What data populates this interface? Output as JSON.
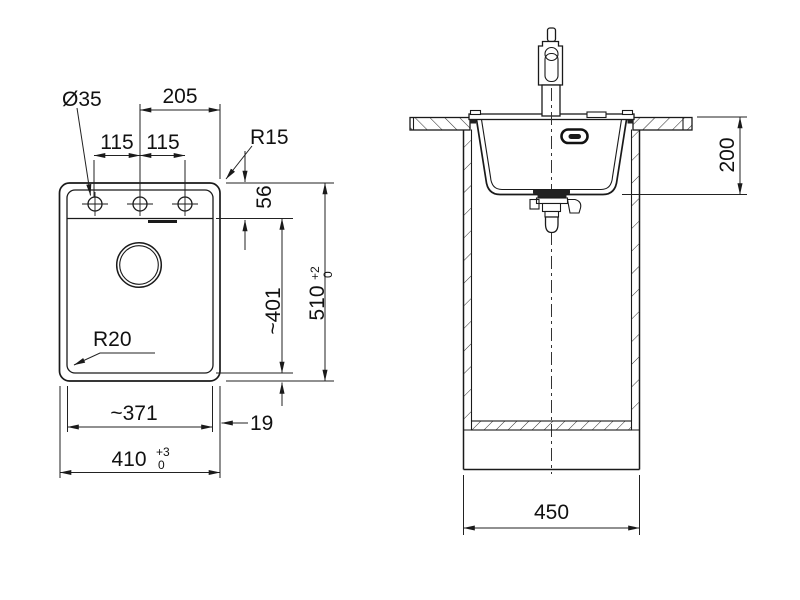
{
  "plan_view": {
    "hole_diameter": "Ø35",
    "dim_center_to_edge": "205",
    "dim_hole_spacing_left": "115",
    "dim_hole_spacing_right": "115",
    "radius_outer_corner": "R15",
    "dim_deck": "56",
    "dim_bowl_length": "~401",
    "dim_overall_length": "510",
    "dim_overall_length_tol_upper": "+2",
    "dim_overall_length_tol_lower": "0",
    "radius_bowl_corner": "R20",
    "dim_bowl_width": "~371",
    "dim_rim": "19",
    "dim_overall_width": "410",
    "dim_overall_width_tol_upper": "+3",
    "dim_overall_width_tol_lower": "0"
  },
  "section_view": {
    "dim_bowl_depth": "200",
    "dim_cabinet_width": "450"
  },
  "colors": {
    "line": "#1a1a1a",
    "background": "#ffffff"
  }
}
